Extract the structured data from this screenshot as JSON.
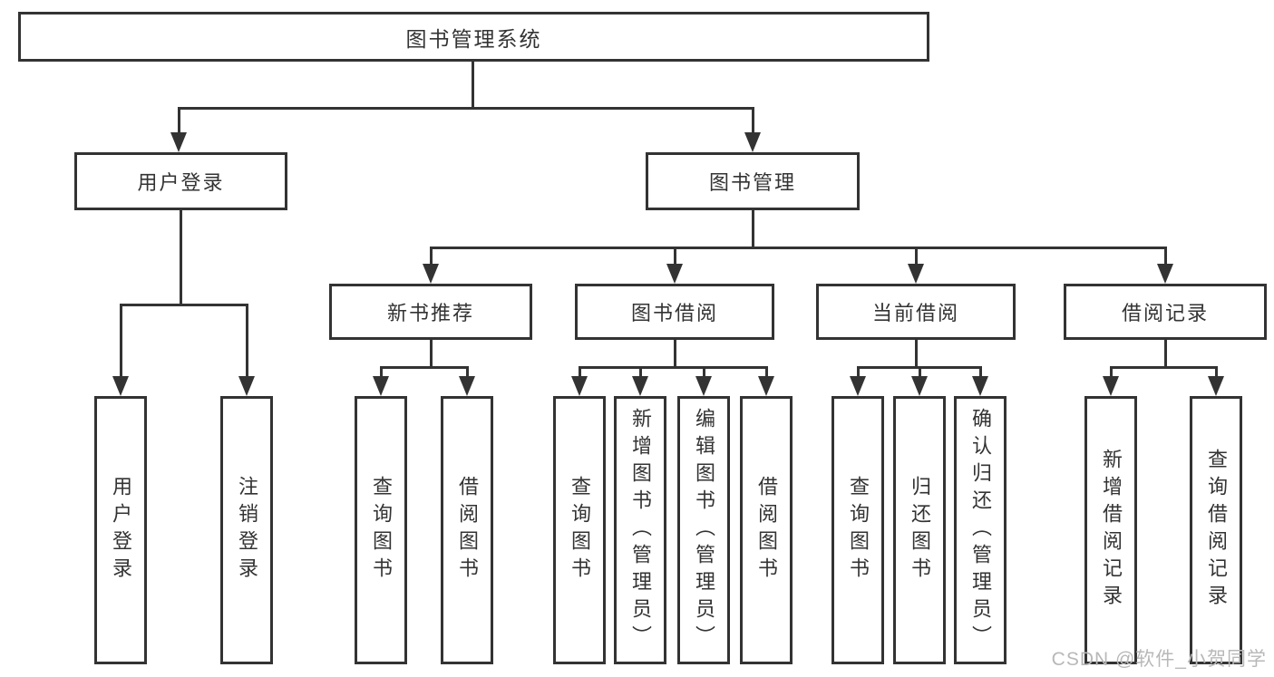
{
  "colors": {
    "line": "#333333",
    "text": "#333333",
    "watermark": "#b8b8b8",
    "background": "#ffffff"
  },
  "watermark": {
    "text": "CSDN @软件_小贺同学"
  },
  "tree": {
    "label": "图书管理系统",
    "children": [
      {
        "label": "用户登录",
        "children": [
          {
            "label": "用户登录"
          },
          {
            "label": "注销登录"
          }
        ]
      },
      {
        "label": "图书管理",
        "children": [
          {
            "label": "新书推荐",
            "children": [
              {
                "label": "查询图书"
              },
              {
                "label": "借阅图书"
              }
            ]
          },
          {
            "label": "图书借阅",
            "children": [
              {
                "label": "查询图书"
              },
              {
                "label": "新增图书（管理员）"
              },
              {
                "label": "编辑图书（管理员）"
              },
              {
                "label": "借阅图书"
              }
            ]
          },
          {
            "label": "当前借阅",
            "children": [
              {
                "label": "查询图书"
              },
              {
                "label": "归还图书"
              },
              {
                "label": "确认归还（管理员）"
              }
            ]
          },
          {
            "label": "借阅记录",
            "children": [
              {
                "label": "新增借阅记录"
              },
              {
                "label": "查询借阅记录"
              }
            ]
          }
        ]
      }
    ]
  }
}
